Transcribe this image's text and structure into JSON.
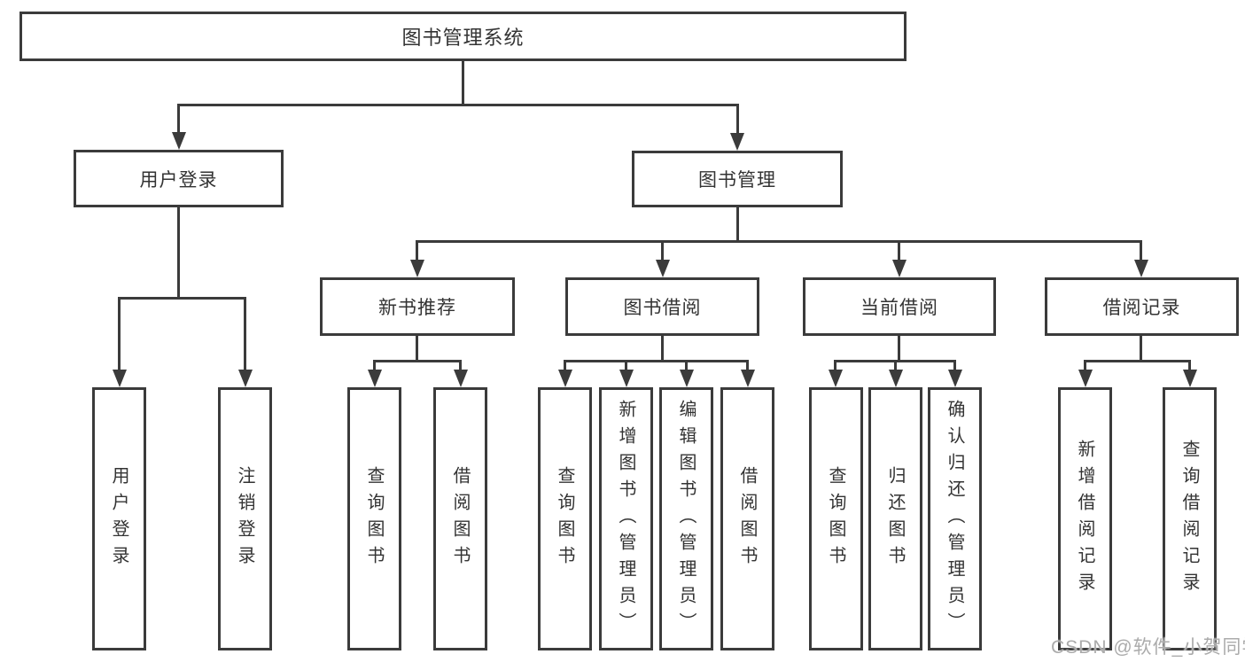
{
  "diagram": {
    "type": "tree",
    "root": {
      "label": "图书管理系统"
    },
    "branches": [
      {
        "label": "用户登录",
        "children": [
          {
            "label": "用户登录"
          },
          {
            "label": "注销登录"
          }
        ]
      },
      {
        "label": "图书管理",
        "children": [
          {
            "label": "新书推荐",
            "children": [
              {
                "label": "查询图书"
              },
              {
                "label": "借阅图书"
              }
            ]
          },
          {
            "label": "图书借阅",
            "children": [
              {
                "label": "查询图书"
              },
              {
                "label": "新增图书（管理员）"
              },
              {
                "label": "编辑图书（管理员）"
              },
              {
                "label": "借阅图书"
              }
            ]
          },
          {
            "label": "当前借阅",
            "children": [
              {
                "label": "查询图书"
              },
              {
                "label": "归还图书"
              },
              {
                "label": "确认归还（管理员）"
              }
            ]
          },
          {
            "label": "借阅记录",
            "children": [
              {
                "label": "新增借阅记录"
              },
              {
                "label": "查询借阅记录"
              }
            ]
          }
        ]
      }
    ]
  },
  "watermark": {
    "text": "CSDN @软件_小贺同学"
  },
  "colors": {
    "line": "#3b3b3b",
    "box_border": "#3b3b3b",
    "text": "#333333",
    "background": "#ffffff",
    "watermark": "#ababab"
  }
}
